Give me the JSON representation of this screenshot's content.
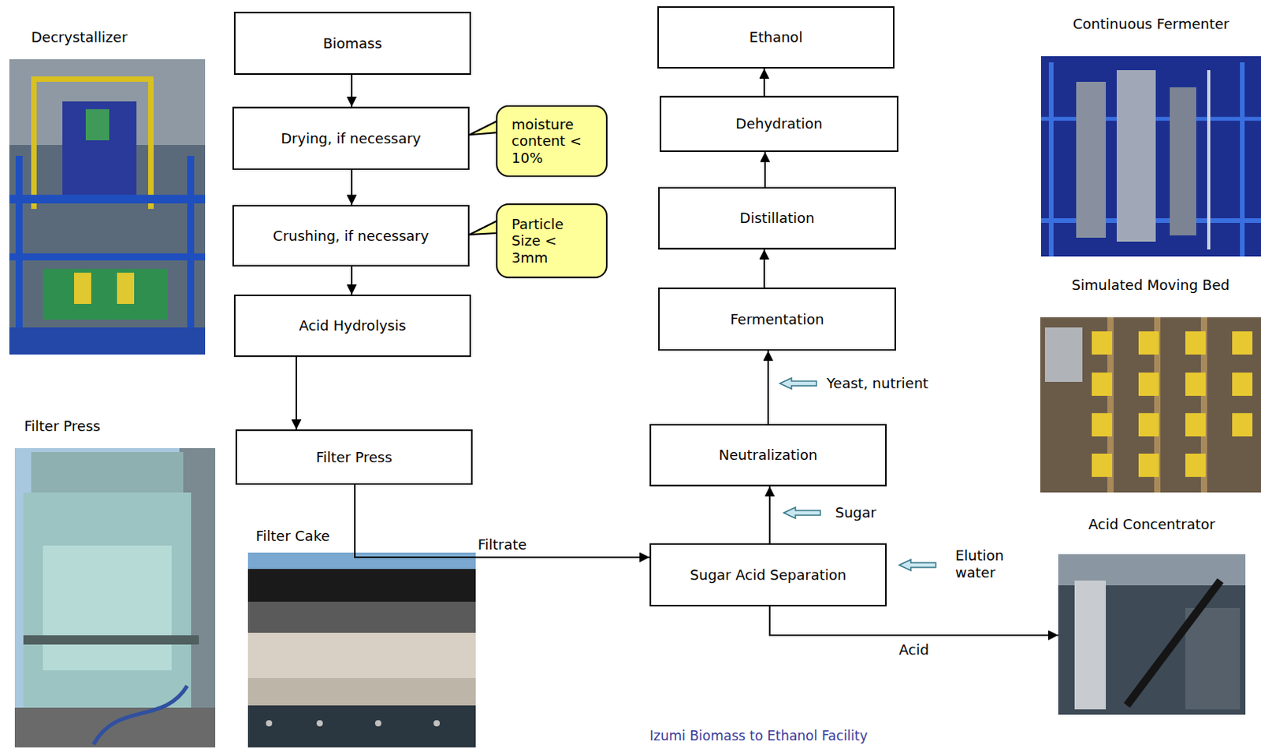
{
  "diagram": {
    "caption": "Izumi Biomass to Ethanol Facility",
    "nodes": [
      {
        "text": [
          "Decrystallizer"
        ]
      },
      {
        "text": [
          "Biomass"
        ]
      },
      {
        "text": [
          "Drying, if necessary"
        ]
      },
      {
        "text": [
          "moisture content < 10%"
        ]
      },
      {
        "text": [
          "Crushing, if necessary"
        ]
      },
      {
        "text": [
          "Particle Size < 3mm"
        ]
      },
      {
        "text": [
          "Acid Hydrolysis"
        ]
      },
      {
        "text": [
          "Filter Press"
        ]
      },
      {
        "text": [
          "Filter Press"
        ]
      },
      {
        "text": [
          "Filter Cake"
        ]
      },
      {
        "text": [
          "Ethanol"
        ]
      },
      {
        "text": [
          "Dehydration"
        ]
      },
      {
        "text": [
          "Distillation"
        ]
      },
      {
        "text": [
          "Fermentation"
        ]
      },
      {
        "text": [
          "Neutralization"
        ]
      },
      {
        "text": [
          "Sugar Acid Separation"
        ]
      },
      {
        "text": [
          "Continuous Fermenter"
        ]
      },
      {
        "text": [
          "Simulated Moving Bed"
        ]
      },
      {
        "text": [
          "Acid Concentrator"
        ]
      }
    ],
    "edges": [
      {
        "from": 1,
        "to": 2,
        "arrow": "to"
      },
      {
        "from": 2,
        "to": 4,
        "arrow": "to"
      },
      {
        "from": 4,
        "to": 6,
        "arrow": "to"
      },
      {
        "from": 6,
        "to": 8,
        "arrow": "to"
      },
      {
        "from": 8,
        "to": 15,
        "label": "Filtrate",
        "arrow": "to"
      },
      {
        "from": 15,
        "to": 14,
        "arrow": "to"
      },
      {
        "from": 14,
        "to": 13,
        "arrow": "to"
      },
      {
        "from": 13,
        "to": 12,
        "arrow": "to"
      },
      {
        "from": 12,
        "to": 11,
        "arrow": "to"
      },
      {
        "from": 11,
        "to": 10,
        "arrow": "to"
      },
      {
        "from": 15,
        "to": 18,
        "label": "Acid",
        "arrow": "to"
      }
    ],
    "labels": [
      "Yeast, nutrient",
      "Sugar",
      "Elution water"
    ]
  }
}
